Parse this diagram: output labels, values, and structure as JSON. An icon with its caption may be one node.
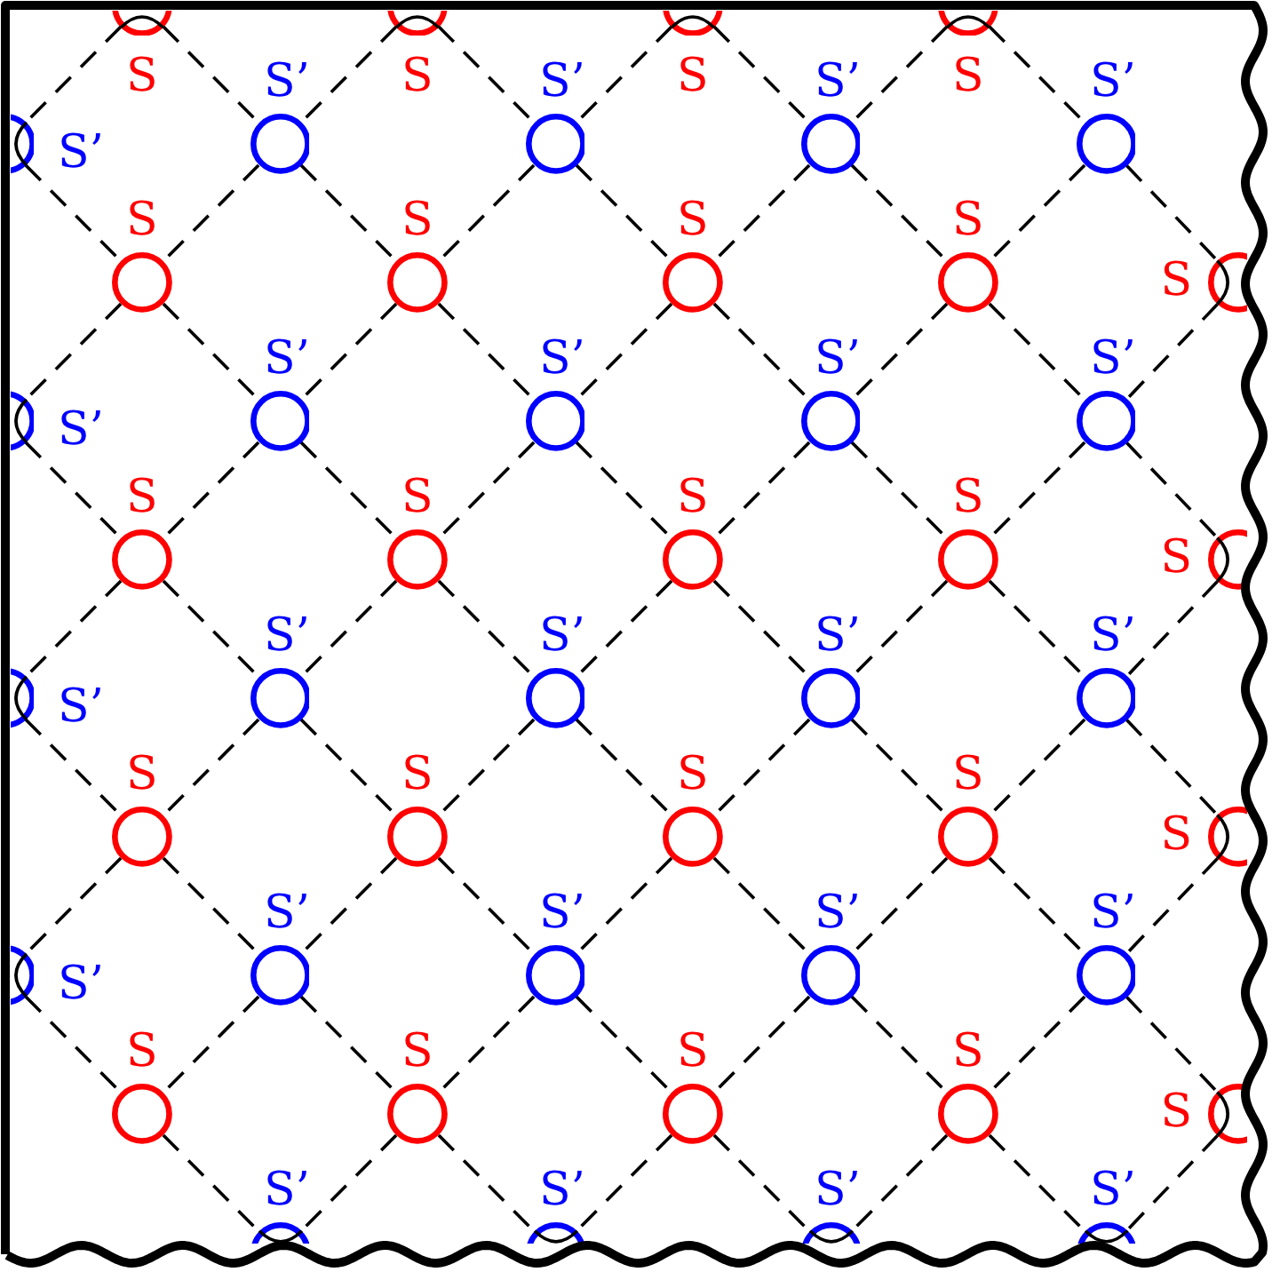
{
  "diagram": {
    "nodes": [
      {
        "text": [],
        "shape": "circle",
        "beside": [
          "S"
        ]
      },
      {
        "text": [],
        "shape": "circle",
        "beside": [
          "S"
        ]
      },
      {
        "text": [],
        "shape": "circle",
        "beside": [
          "S"
        ]
      },
      {
        "text": [],
        "shape": "circle",
        "beside": [
          "S"
        ]
      },
      {
        "text": [],
        "shape": "circle",
        "beside": [
          "S’"
        ]
      },
      {
        "text": [],
        "shape": "circle",
        "beside": [
          "S’"
        ]
      },
      {
        "text": [],
        "shape": "circle",
        "beside": [
          "S’"
        ]
      },
      {
        "text": [],
        "shape": "circle",
        "beside": [
          "S’"
        ]
      },
      {
        "text": [],
        "shape": "circle",
        "beside": [
          "S’"
        ]
      },
      {
        "text": [],
        "shape": "circle",
        "beside": [
          "S"
        ]
      },
      {
        "text": [],
        "shape": "circle",
        "beside": [
          "S"
        ]
      },
      {
        "text": [],
        "shape": "circle",
        "beside": [
          "S"
        ]
      },
      {
        "text": [],
        "shape": "circle",
        "beside": [
          "S"
        ]
      },
      {
        "text": [],
        "shape": "circle",
        "beside": [
          "S"
        ]
      },
      {
        "text": [],
        "shape": "circle",
        "beside": [
          "S’"
        ]
      },
      {
        "text": [],
        "shape": "circle",
        "beside": [
          "S’"
        ]
      },
      {
        "text": [],
        "shape": "circle",
        "beside": [
          "S’"
        ]
      },
      {
        "text": [],
        "shape": "circle",
        "beside": [
          "S’"
        ]
      },
      {
        "text": [],
        "shape": "circle",
        "beside": [
          "S’"
        ]
      },
      {
        "text": [],
        "shape": "circle",
        "beside": [
          "S"
        ]
      },
      {
        "text": [],
        "shape": "circle",
        "beside": [
          "S"
        ]
      },
      {
        "text": [],
        "shape": "circle",
        "beside": [
          "S"
        ]
      },
      {
        "text": [],
        "shape": "circle",
        "beside": [
          "S"
        ]
      },
      {
        "text": [],
        "shape": "circle",
        "beside": [
          "S"
        ]
      },
      {
        "text": [],
        "shape": "circle",
        "beside": [
          "S’"
        ]
      },
      {
        "text": [],
        "shape": "circle",
        "beside": [
          "S’"
        ]
      },
      {
        "text": [],
        "shape": "circle",
        "beside": [
          "S’"
        ]
      },
      {
        "text": [],
        "shape": "circle",
        "beside": [
          "S’"
        ]
      },
      {
        "text": [],
        "shape": "circle",
        "beside": [
          "S’"
        ]
      },
      {
        "text": [],
        "shape": "circle",
        "beside": [
          "S"
        ]
      },
      {
        "text": [],
        "shape": "circle",
        "beside": [
          "S"
        ]
      },
      {
        "text": [],
        "shape": "circle",
        "beside": [
          "S"
        ]
      },
      {
        "text": [],
        "shape": "circle",
        "beside": [
          "S"
        ]
      },
      {
        "text": [],
        "shape": "circle",
        "beside": [
          "S"
        ]
      },
      {
        "text": [],
        "shape": "circle",
        "beside": [
          "S’"
        ]
      },
      {
        "text": [],
        "shape": "circle",
        "beside": [
          "S’"
        ]
      },
      {
        "text": [],
        "shape": "circle",
        "beside": [
          "S’"
        ]
      },
      {
        "text": [],
        "shape": "circle",
        "beside": [
          "S’"
        ]
      },
      {
        "text": [],
        "shape": "circle",
        "beside": [
          "S’"
        ]
      },
      {
        "text": [],
        "shape": "circle",
        "beside": [
          "S"
        ]
      },
      {
        "text": [],
        "shape": "circle",
        "beside": [
          "S"
        ]
      },
      {
        "text": [],
        "shape": "circle",
        "beside": [
          "S"
        ]
      },
      {
        "text": [],
        "shape": "circle",
        "beside": [
          "S"
        ]
      },
      {
        "text": [],
        "shape": "circle",
        "beside": [
          "S"
        ]
      },
      {
        "text": [],
        "shape": "circle",
        "beside": [
          "S’"
        ]
      },
      {
        "text": [],
        "shape": "circle",
        "beside": [
          "S’"
        ]
      },
      {
        "text": [],
        "shape": "circle",
        "beside": [
          "S’"
        ]
      },
      {
        "text": [],
        "shape": "circle",
        "beside": [
          "S’"
        ]
      }
    ],
    "edges": [
      {
        "from": 0,
        "to": 4,
        "arrow": "none",
        "style": "dashed"
      },
      {
        "from": 0,
        "to": 5,
        "arrow": "none",
        "style": "dashed"
      },
      {
        "from": 1,
        "to": 5,
        "arrow": "none",
        "style": "dashed"
      },
      {
        "from": 1,
        "to": 6,
        "arrow": "none",
        "style": "dashed"
      },
      {
        "from": 2,
        "to": 6,
        "arrow": "none",
        "style": "dashed"
      },
      {
        "from": 2,
        "to": 7,
        "arrow": "none",
        "style": "dashed"
      },
      {
        "from": 3,
        "to": 7,
        "arrow": "none",
        "style": "dashed"
      },
      {
        "from": 3,
        "to": 8,
        "arrow": "none",
        "style": "dashed"
      },
      {
        "from": 4,
        "to": 9,
        "arrow": "none",
        "style": "dashed"
      },
      {
        "from": 5,
        "to": 9,
        "arrow": "none",
        "style": "dashed"
      },
      {
        "from": 5,
        "to": 10,
        "arrow": "none",
        "style": "dashed"
      },
      {
        "from": 6,
        "to": 10,
        "arrow": "none",
        "style": "dashed"
      },
      {
        "from": 6,
        "to": 11,
        "arrow": "none",
        "style": "dashed"
      },
      {
        "from": 7,
        "to": 11,
        "arrow": "none",
        "style": "dashed"
      },
      {
        "from": 7,
        "to": 12,
        "arrow": "none",
        "style": "dashed"
      },
      {
        "from": 8,
        "to": 12,
        "arrow": "none",
        "style": "dashed"
      },
      {
        "from": 8,
        "to": 13,
        "arrow": "none",
        "style": "dashed"
      },
      {
        "from": 9,
        "to": 14,
        "arrow": "none",
        "style": "dashed"
      },
      {
        "from": 9,
        "to": 15,
        "arrow": "none",
        "style": "dashed"
      },
      {
        "from": 10,
        "to": 15,
        "arrow": "none",
        "style": "dashed"
      },
      {
        "from": 10,
        "to": 16,
        "arrow": "none",
        "style": "dashed"
      },
      {
        "from": 11,
        "to": 16,
        "arrow": "none",
        "style": "dashed"
      },
      {
        "from": 11,
        "to": 17,
        "arrow": "none",
        "style": "dashed"
      },
      {
        "from": 12,
        "to": 17,
        "arrow": "none",
        "style": "dashed"
      },
      {
        "from": 12,
        "to": 18,
        "arrow": "none",
        "style": "dashed"
      },
      {
        "from": 13,
        "to": 18,
        "arrow": "none",
        "style": "dashed"
      },
      {
        "from": 14,
        "to": 19,
        "arrow": "none",
        "style": "dashed"
      },
      {
        "from": 15,
        "to": 19,
        "arrow": "none",
        "style": "dashed"
      },
      {
        "from": 15,
        "to": 20,
        "arrow": "none",
        "style": "dashed"
      },
      {
        "from": 16,
        "to": 20,
        "arrow": "none",
        "style": "dashed"
      },
      {
        "from": 16,
        "to": 21,
        "arrow": "none",
        "style": "dashed"
      },
      {
        "from": 17,
        "to": 21,
        "arrow": "none",
        "style": "dashed"
      },
      {
        "from": 17,
        "to": 22,
        "arrow": "none",
        "style": "dashed"
      },
      {
        "from": 18,
        "to": 22,
        "arrow": "none",
        "style": "dashed"
      },
      {
        "from": 18,
        "to": 23,
        "arrow": "none",
        "style": "dashed"
      },
      {
        "from": 19,
        "to": 24,
        "arrow": "none",
        "style": "dashed"
      },
      {
        "from": 19,
        "to": 25,
        "arrow": "none",
        "style": "dashed"
      },
      {
        "from": 20,
        "to": 25,
        "arrow": "none",
        "style": "dashed"
      },
      {
        "from": 20,
        "to": 26,
        "arrow": "none",
        "style": "dashed"
      },
      {
        "from": 21,
        "to": 26,
        "arrow": "none",
        "style": "dashed"
      },
      {
        "from": 21,
        "to": 27,
        "arrow": "none",
        "style": "dashed"
      },
      {
        "from": 22,
        "to": 27,
        "arrow": "none",
        "style": "dashed"
      },
      {
        "from": 22,
        "to": 28,
        "arrow": "none",
        "style": "dashed"
      },
      {
        "from": 23,
        "to": 28,
        "arrow": "none",
        "style": "dashed"
      },
      {
        "from": 24,
        "to": 29,
        "arrow": "none",
        "style": "dashed"
      },
      {
        "from": 25,
        "to": 29,
        "arrow": "none",
        "style": "dashed"
      },
      {
        "from": 25,
        "to": 30,
        "arrow": "none",
        "style": "dashed"
      },
      {
        "from": 26,
        "to": 30,
        "arrow": "none",
        "style": "dashed"
      },
      {
        "from": 26,
        "to": 31,
        "arrow": "none",
        "style": "dashed"
      },
      {
        "from": 27,
        "to": 31,
        "arrow": "none",
        "style": "dashed"
      },
      {
        "from": 27,
        "to": 32,
        "arrow": "none",
        "style": "dashed"
      },
      {
        "from": 28,
        "to": 32,
        "arrow": "none",
        "style": "dashed"
      },
      {
        "from": 28,
        "to": 33,
        "arrow": "none",
        "style": "dashed"
      },
      {
        "from": 29,
        "to": 34,
        "arrow": "none",
        "style": "dashed"
      },
      {
        "from": 29,
        "to": 35,
        "arrow": "none",
        "style": "dashed"
      },
      {
        "from": 30,
        "to": 35,
        "arrow": "none",
        "style": "dashed"
      },
      {
        "from": 30,
        "to": 36,
        "arrow": "none",
        "style": "dashed"
      },
      {
        "from": 31,
        "to": 36,
        "arrow": "none",
        "style": "dashed"
      },
      {
        "from": 31,
        "to": 37,
        "arrow": "none",
        "style": "dashed"
      },
      {
        "from": 32,
        "to": 37,
        "arrow": "none",
        "style": "dashed"
      },
      {
        "from": 32,
        "to": 38,
        "arrow": "none",
        "style": "dashed"
      },
      {
        "from": 33,
        "to": 38,
        "arrow": "none",
        "style": "dashed"
      },
      {
        "from": 34,
        "to": 39,
        "arrow": "none",
        "style": "dashed"
      },
      {
        "from": 35,
        "to": 39,
        "arrow": "none",
        "style": "dashed"
      },
      {
        "from": 35,
        "to": 40,
        "arrow": "none",
        "style": "dashed"
      },
      {
        "from": 36,
        "to": 40,
        "arrow": "none",
        "style": "dashed"
      },
      {
        "from": 36,
        "to": 41,
        "arrow": "none",
        "style": "dashed"
      },
      {
        "from": 37,
        "to": 41,
        "arrow": "none",
        "style": "dashed"
      },
      {
        "from": 37,
        "to": 42,
        "arrow": "none",
        "style": "dashed"
      },
      {
        "from": 38,
        "to": 42,
        "arrow": "none",
        "style": "dashed"
      },
      {
        "from": 38,
        "to": 43,
        "arrow": "none",
        "style": "dashed"
      },
      {
        "from": 39,
        "to": 44,
        "arrow": "none",
        "style": "dashed"
      },
      {
        "from": 40,
        "to": 44,
        "arrow": "none",
        "style": "dashed"
      },
      {
        "from": 40,
        "to": 45,
        "arrow": "none",
        "style": "dashed"
      },
      {
        "from": 41,
        "to": 45,
        "arrow": "none",
        "style": "dashed"
      },
      {
        "from": 41,
        "to": 46,
        "arrow": "none",
        "style": "dashed"
      },
      {
        "from": 42,
        "to": 46,
        "arrow": "none",
        "style": "dashed"
      },
      {
        "from": 42,
        "to": 47,
        "arrow": "none",
        "style": "dashed"
      },
      {
        "from": 43,
        "to": 47,
        "arrow": "none",
        "style": "dashed"
      }
    ]
  }
}
